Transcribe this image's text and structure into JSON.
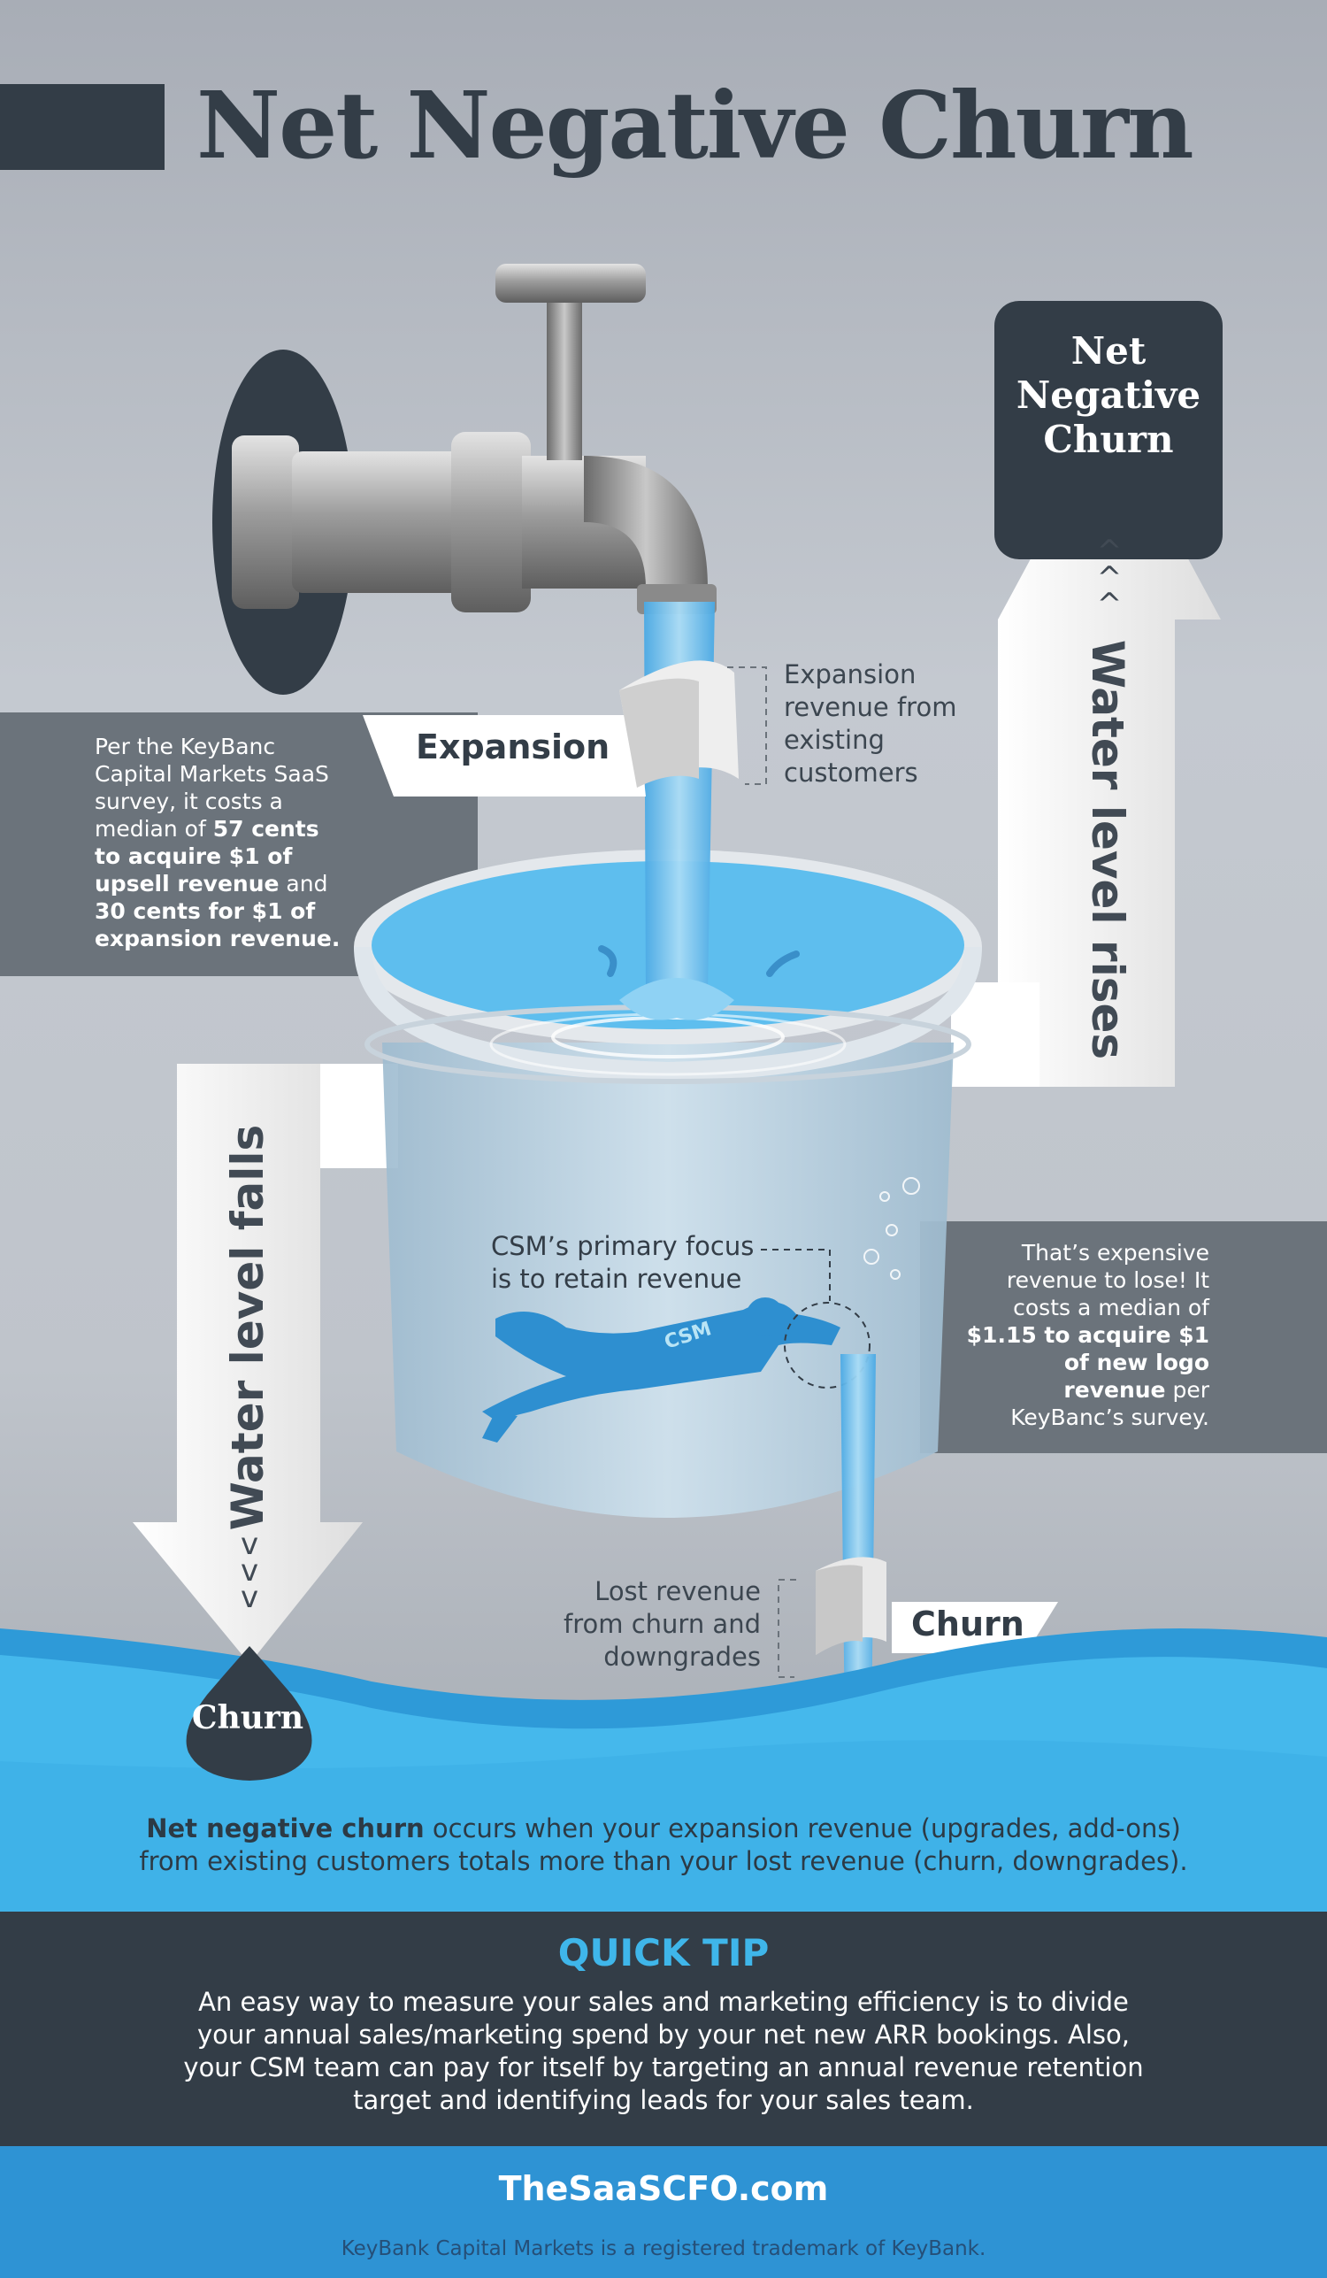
{
  "header": {
    "title": "Net Negative Churn"
  },
  "diagram": {
    "box_title_lines": [
      "Net",
      "Negative",
      "Churn"
    ],
    "rises_label": "Water level rises",
    "falls_label": "Water level falls",
    "chevron_up": "^\n^\n^",
    "chevron_down": "v\nv\nv",
    "expansion_tag": "Expansion",
    "churn_tag": "Churn",
    "drop_label": "Churn",
    "csm_badge": "CSM",
    "expansion_note_lines": [
      "Expansion",
      "revenue from",
      "existing",
      "customers"
    ],
    "csm_note_lines": [
      "CSM’s primary focus",
      "is to retain revenue"
    ],
    "lost_note_lines": [
      "Lost revenue",
      "from churn and",
      "downgrades"
    ]
  },
  "left_panel": {
    "t1": "Per the KeyBanc Capital Markets SaaS survey, it costs a median of ",
    "b1": "57 cents to acquire $1 of upsell revenue",
    "t2": " and ",
    "b2": "30 cents for $1 of expansion revenue."
  },
  "right_panel": {
    "t1": "That’s expensive revenue to lose! It costs a median of ",
    "b1": "$1.15 to acquire $1 of new logo revenue",
    "t2": " per KeyBanc’s survey."
  },
  "definition": {
    "bold": "Net negative churn",
    "rest": " occurs when your expansion revenue (upgrades, add-ons) from existing customers totals more than your lost revenue (churn, downgrades)."
  },
  "quick_tip": {
    "heading": "QUICK TIP",
    "body": "An easy way to measure your sales and marketing efficiency is to divide your annual sales/marketing spend by your net new ARR bookings. Also, your CSM team can pay for itself by targeting an annual revenue retention target and identifying leads for your sales team."
  },
  "footer": {
    "site": "TheSaaSCFO.com",
    "trademark": "KeyBank Capital Markets is a registered trademark of KeyBank."
  },
  "colors": {
    "dark": "#333d47",
    "panel": "#6b737b",
    "water": "#3fb6ea",
    "water_light": "#7ccbf0",
    "footer_blue": "#2e93d4"
  }
}
